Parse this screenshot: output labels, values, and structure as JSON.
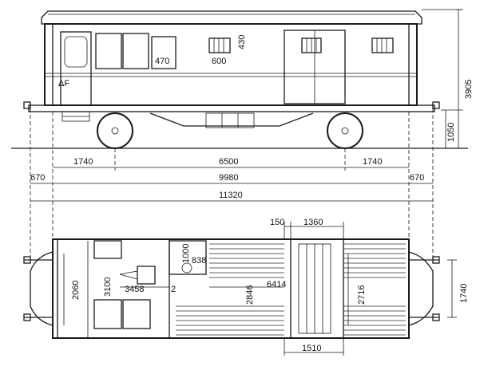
{
  "side_view": {
    "door_label": "ΔF",
    "window_width": "470",
    "vent_width": "600",
    "vent_height": "430",
    "total_height": "3905",
    "step_height": "1050"
  },
  "horizontal_dimensions": {
    "overhang_left": "1740",
    "wheelbase": "6500",
    "overhang_right": "1740",
    "buffer_left": "670",
    "body_length": "9980",
    "buffer_right": "670",
    "overall_length": "11320"
  },
  "plan_view": {
    "door_gap": "150",
    "door_width": "1360",
    "width_end": "2060",
    "width_inner": "3100",
    "compartment_length": "3458",
    "partition": "2",
    "cabinet_depth": "1000",
    "cabinet_width": "838",
    "baggage_width": "2846",
    "baggage_length": "6414",
    "rear_width": "2716",
    "track_gauge": "1740",
    "door_bottom_width": "1510"
  }
}
